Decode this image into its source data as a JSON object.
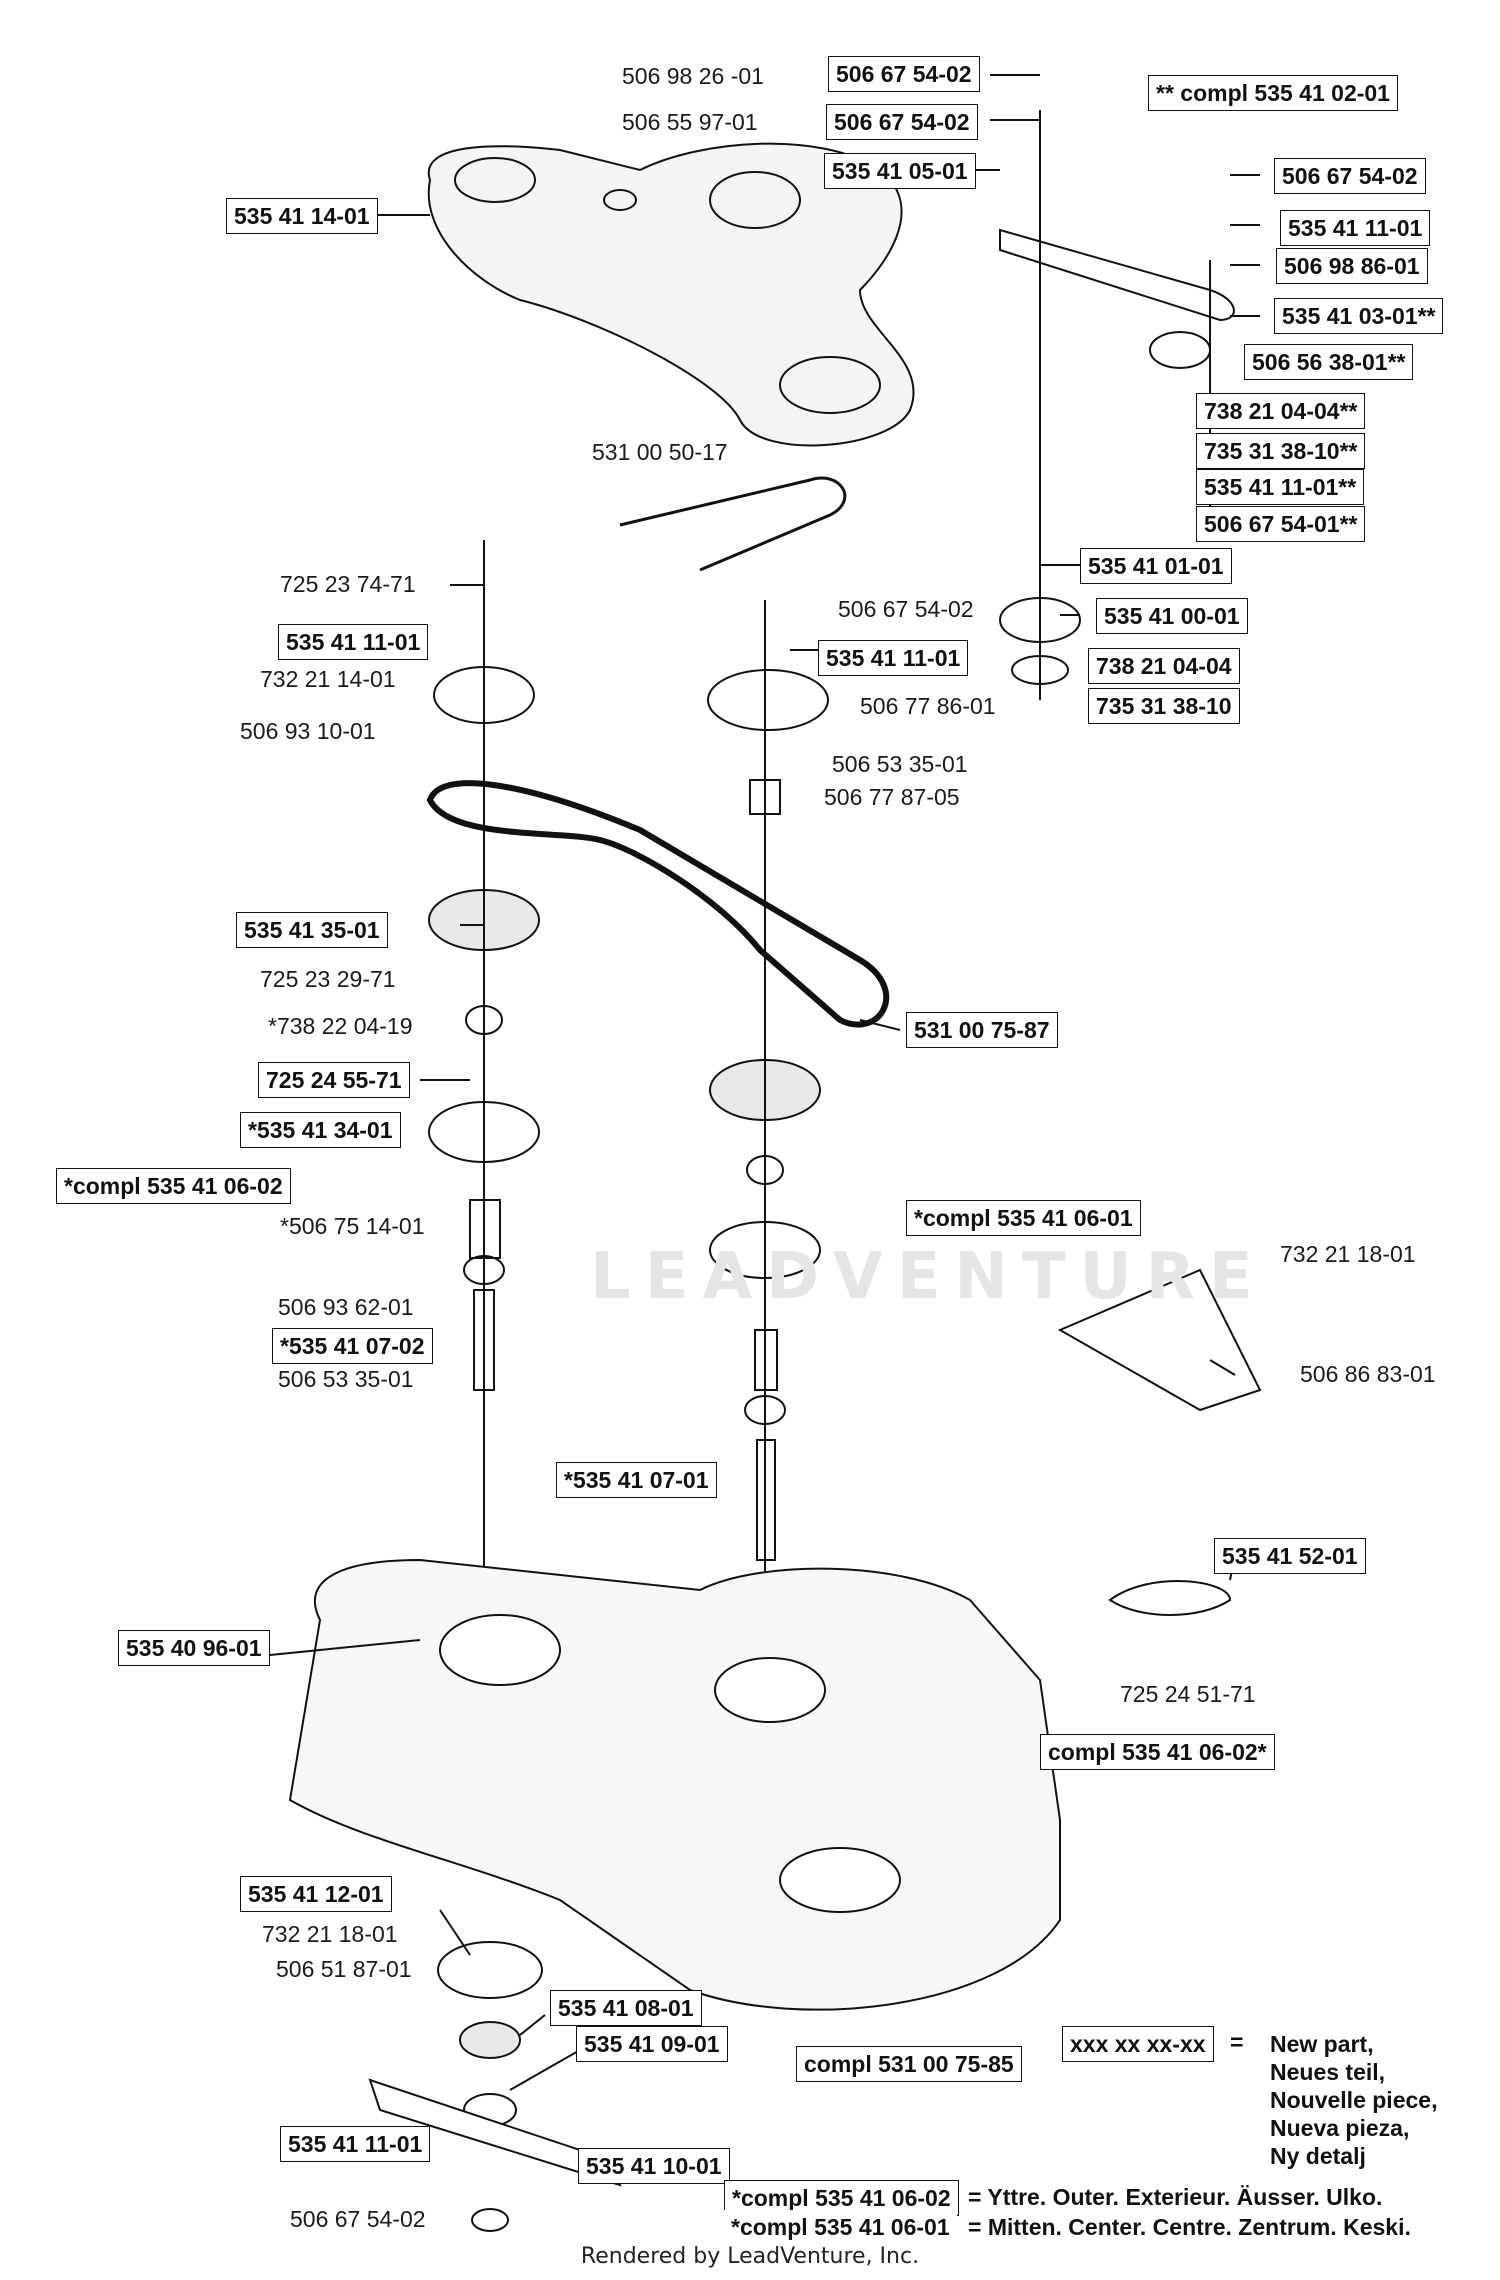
{
  "watermark": "LEADVENTURE",
  "footer": "Rendered by LeadVenture, Inc.",
  "header_note": "** compl 535 41 02-01",
  "labels": [
    "506 98 26 -01",
    "506 55 97-01",
    "531 00 50-17",
    "725 23 74-71",
    "732 21 14-01",
    "506 93 10-01",
    "506 67 54-02",
    "506 77 86-01",
    "506 53 35-01",
    "506 77 87-05",
    "725 23 29-71",
    "*738 22 04-19",
    "*506 75 14-01",
    "506 93 62-01",
    "506 53 35-01",
    "732 21 18-01",
    "506 86 83-01",
    "725 24 51-71",
    "732 21 18-01",
    "506 51 87-01",
    "506 67 54-02"
  ],
  "boxed_labels": [
    "506 67 54-02",
    "506 67 54-02",
    "535 41 05-01",
    "535 41 14-01",
    "506 67 54-02",
    "535 41 11-01",
    "506 98 86-01",
    "535 41 03-01**",
    "506 56 38-01**",
    "738 21 04-04**",
    "735 31 38-10**",
    "535 41 11-01**",
    "506 67 54-01**",
    "535 41 01-01",
    "535 41 00-01",
    "738 21 04-04",
    "735 31 38-10",
    "535 41 11-01",
    "535 41 11-01",
    "535 41 35-01",
    "531 00 75-87",
    "725 24 55-71",
    "*535 41 34-01",
    "*compl 535 41 06-02",
    "*compl 535 41 06-01",
    "*535 41 07-02",
    "*535 41 07-01",
    "535 41 52-01",
    "535 40 96-01",
    "compl 535 41 06-02*",
    "535 41 12-01",
    "535 41 08-01",
    "535 41 09-01",
    "compl 531 00 75-85",
    "535 41 11-01",
    "535 41 10-01",
    "xxx xx xx-xx",
    "*compl 535 41 06-02",
    "*compl 535 41 06-01"
  ],
  "legend": {
    "eq": "=",
    "lines": [
      "New part,",
      "Neues teil,",
      "Nouvelle piece,",
      "Nueva pieza,",
      "Ny detalj"
    ],
    "outer": "= Yttre. Outer. Exterieur. Äusser. Ulko.",
    "center": "= Mitten. Center. Centre. Zentrum. Keski."
  },
  "colors": {
    "line": "#111111",
    "fill": "#ffffff",
    "shade": "#d9d9d9"
  }
}
